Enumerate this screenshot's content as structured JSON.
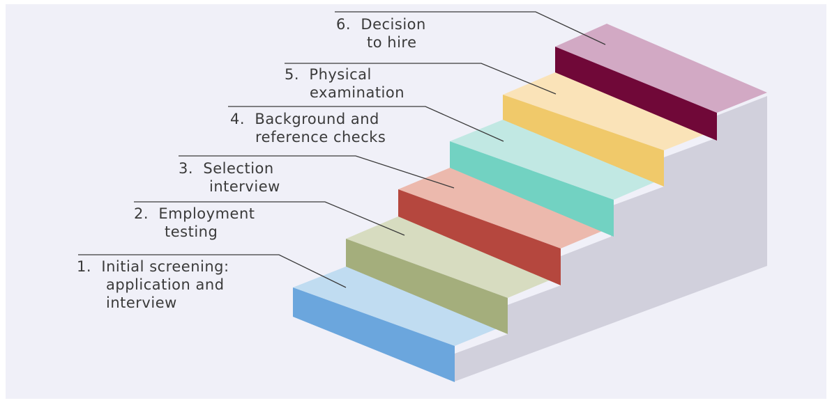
{
  "steps": [
    {
      "num": "1.",
      "line1": "Initial screening:",
      "line2": "application and",
      "line3": "interview",
      "top": "#c0dcf1",
      "front": "#6ba6dd"
    },
    {
      "num": "2.",
      "line1": "Employment",
      "line2": "testing",
      "top": "#d7dcc0",
      "front": "#a4ae7c"
    },
    {
      "num": "3.",
      "line1": "Selection",
      "line2": "interview",
      "top": "#ecb9ad",
      "front": "#b5473e"
    },
    {
      "num": "4.",
      "line1": "Background and",
      "line2": "reference checks",
      "top": "#c1e8e3",
      "front": "#72d2c2"
    },
    {
      "num": "5.",
      "line1": "Physical",
      "line2": "examination",
      "top": "#fae3b8",
      "front": "#f0c96a"
    },
    {
      "num": "6.",
      "line1": "Decision",
      "line2": "to hire",
      "top": "#d2a9c4",
      "front": "#700838"
    }
  ],
  "colors": {
    "background": "#f0f0f8",
    "side": "#d1d0dc",
    "text": "#3a3a3a"
  }
}
